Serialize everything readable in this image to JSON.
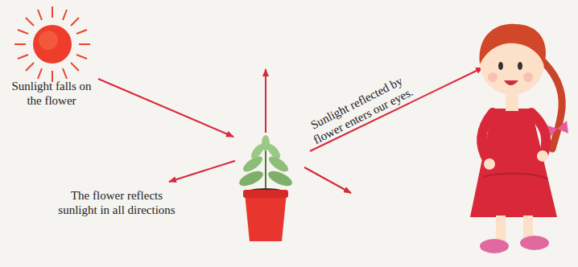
{
  "diagram": {
    "labels": [
      "Sunlight falls on the flower",
      "The flower reflects sunlight in all directions",
      "Sunlight reflected by flower enters our eyes."
    ]
  }
}
